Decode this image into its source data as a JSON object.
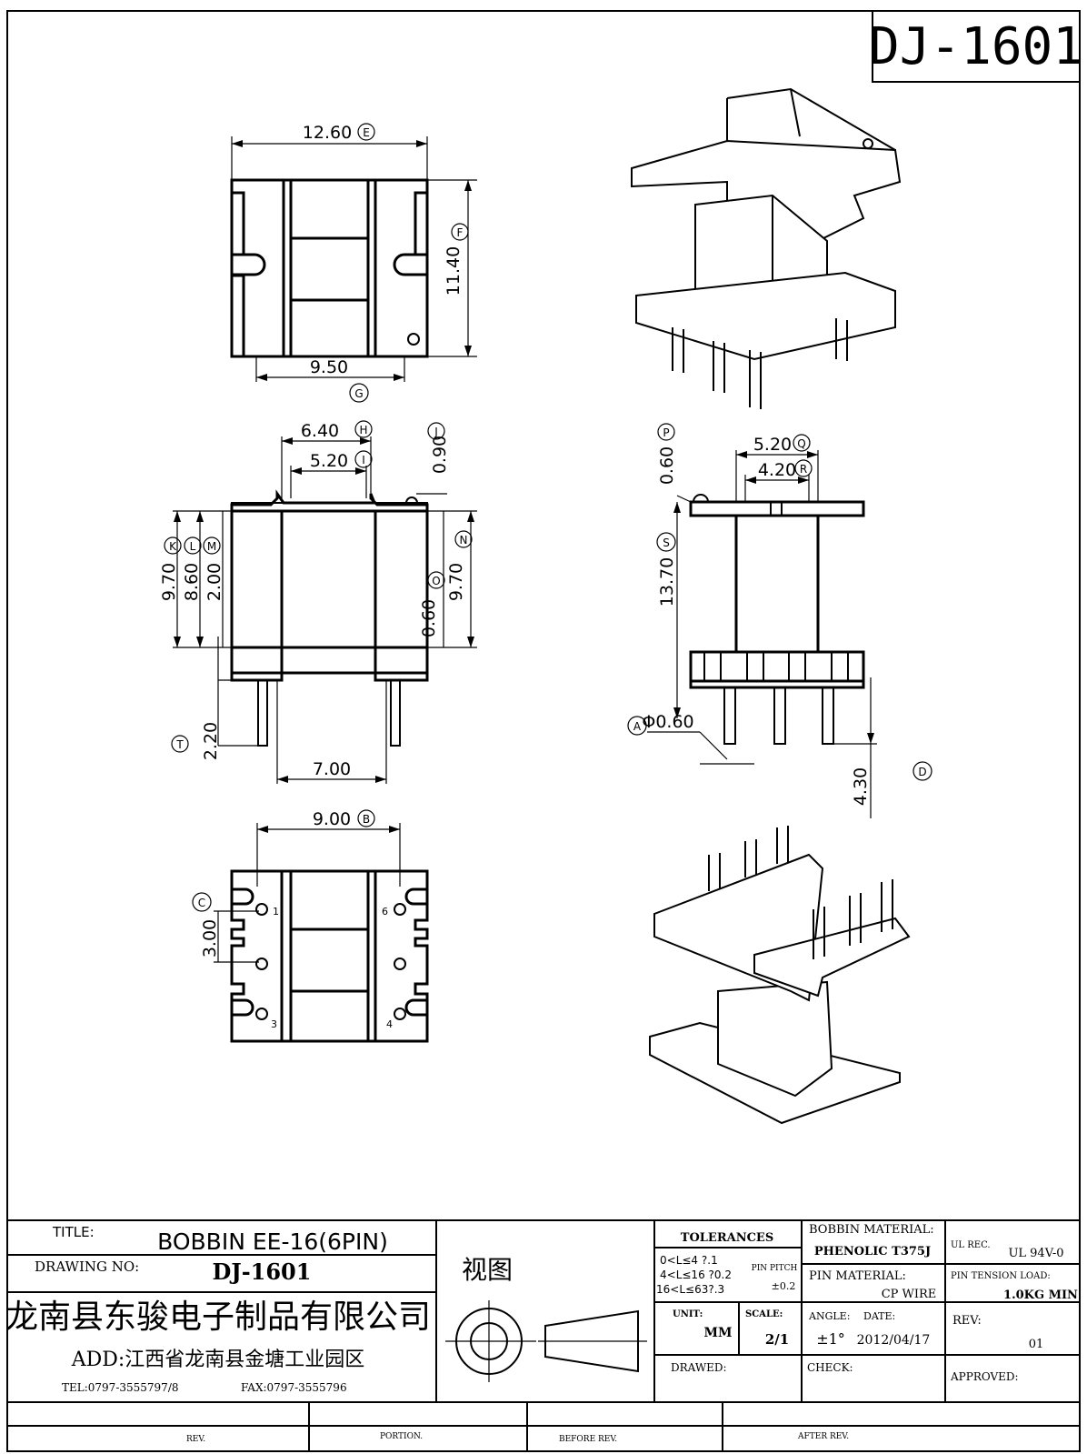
{
  "part_number": "DJ-1601",
  "views": {
    "top": {
      "width": "12.60",
      "width_tag": "E",
      "height": "11.40",
      "height_tag": "F",
      "pin_row_span": "9.50",
      "pin_row_span_tag": "G"
    },
    "front": {
      "flange_width": "6.40",
      "flange_width_tag": "H",
      "core_width": "5.20",
      "core_width_tag": "I",
      "top_thickness": "0.90",
      "top_thickness_tag": "J",
      "overall_height_left": "9.70",
      "overall_height_left_tag": "K",
      "inner_height": "8.60",
      "inner_height_tag": "L",
      "window_depth": "2.00",
      "window_depth_tag": "M",
      "overall_height_right": "9.70",
      "overall_height_right_tag": "N",
      "base_thickness": "0.60",
      "base_thickness_tag": "O",
      "pin_length": "2.20",
      "pin_length_tag": "T",
      "pin_row_spacing": "7.00"
    },
    "side": {
      "flange_thickness": "0.60",
      "flange_thickness_tag": "P",
      "core_width": "5.20",
      "core_width_tag": "Q",
      "inner_width": "4.20",
      "inner_width_tag": "R",
      "total_height": "13.70",
      "total_height_tag": "S",
      "pin_diameter": "Φ0.60",
      "pin_diameter_tag": "A",
      "pin_protrusion": "4.30",
      "pin_protrusion_tag": "D"
    },
    "bottom": {
      "pin_row_span": "9.00",
      "pin_row_span_tag": "B",
      "pin_pitch": "3.00",
      "pin_pitch_tag": "C",
      "pin_numbers": [
        "1",
        "6",
        "3",
        "4"
      ]
    }
  },
  "title_block": {
    "title_label": "TITLE:",
    "title": "BOBBIN EE-16(6PIN)",
    "drawing_no_label": "DRAWING NO:",
    "drawing_no": "DJ-1601",
    "company": "龙南县东骏电子制品有限公司",
    "address": "ADD:江西省龙南县金塘工业园区",
    "tel": "TEL:0797-3555797/8",
    "fax": "FAX:0797-3555796",
    "projection_label": "视图",
    "tolerances_label": "TOLERANCES",
    "tolerances": [
      "0<L≤4 ?.1",
      "4<L≤16 ?0.2",
      "16<L≤63?.3"
    ],
    "pin_pitch_label": "PIN PITCH",
    "pin_pitch_tol": "±0.2",
    "unit_label": "UNIT:",
    "unit": "MM",
    "scale_label": "SCALE:",
    "scale": "2/1",
    "angle_label": "ANGLE:",
    "angle": "±1°",
    "date_label": "DATE:",
    "date": "2012/04/17",
    "bobbin_material_label": "BOBBIN MATERIAL:",
    "bobbin_material": "PHENOLIC T375J",
    "pin_material_label": "PIN MATERIAL:",
    "pin_material": "CP WIRE",
    "ul_label": "UL REC.",
    "ul": "UL 94V-0",
    "pin_tension_label": "PIN TENSION LOAD:",
    "pin_tension": "1.0KG MIN",
    "rev_label": "REV:",
    "rev": "01",
    "drawed_label": "DRAWED:",
    "check_label": "CHECK:",
    "approved_label": "APPROVED:",
    "bottom_row": [
      "REV.",
      "PORTION.",
      "BEFORE REV.",
      "AFTER REV."
    ]
  }
}
